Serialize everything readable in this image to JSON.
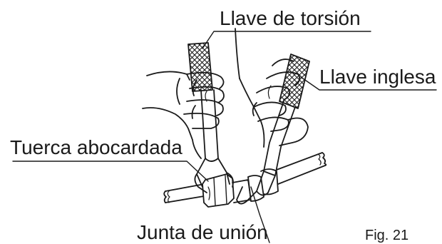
{
  "labels": {
    "torque_wrench": "Llave de torsión",
    "spanner": "Llave inglesa",
    "flare_nut": "Tuerca abocardada",
    "union_joint": "Junta de unión",
    "figure_number": "Fig. 21"
  }
}
